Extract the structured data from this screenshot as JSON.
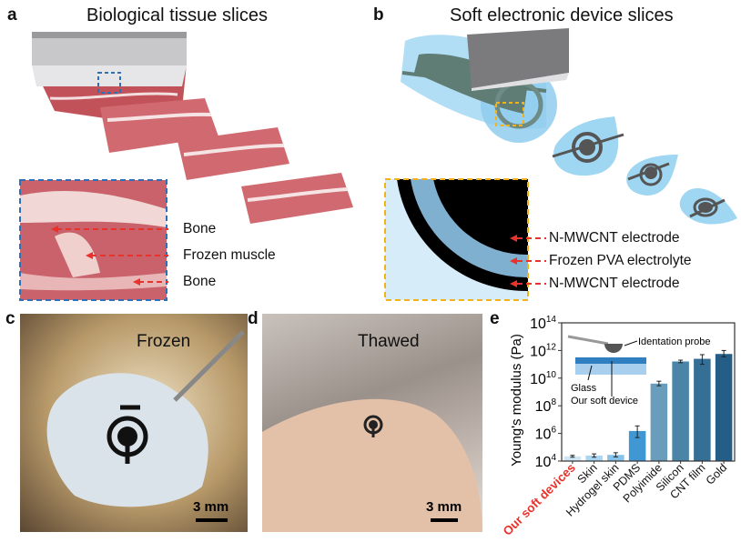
{
  "panels": {
    "a": {
      "letter": "a",
      "title": "Biological tissue slices",
      "labels": [
        "Bone",
        "Frozen muscle",
        "Bone"
      ]
    },
    "b": {
      "letter": "b",
      "title": "Soft electronic device slices",
      "labels": [
        "N-MWCNT electrode",
        "Frozen PVA electrolyte",
        "N-MWCNT electrode"
      ]
    },
    "c": {
      "letter": "c",
      "title": "Frozen",
      "scale_bar": "3 mm"
    },
    "d": {
      "letter": "d",
      "title": "Thawed",
      "scale_bar": "3 mm"
    },
    "e": {
      "letter": "e"
    }
  },
  "colors": {
    "arrow_red": "#e8322b",
    "inset_a_border": "#2f6fb5",
    "inset_b_border": "#f2b21b",
    "highlight_label": "#e8322b"
  },
  "chart_data": {
    "type": "bar",
    "ylabel": "Young's modulus (Pa)",
    "yscale": "log",
    "ylim": [
      10000,
      100000000000000
    ],
    "yticks": [
      {
        "value": 10000,
        "base": "10",
        "exp": "4"
      },
      {
        "value": 1000000,
        "base": "10",
        "exp": "6"
      },
      {
        "value": 100000000,
        "base": "10",
        "exp": "8"
      },
      {
        "value": 10000000000,
        "base": "10",
        "exp": "10"
      },
      {
        "value": 1000000000000,
        "base": "10",
        "exp": "12"
      },
      {
        "value": 100000000000000,
        "base": "10",
        "exp": "14"
      }
    ],
    "categories": [
      "Our soft devices",
      "Skin",
      "Hydrogel skin",
      "PDMS",
      "Polyimide",
      "Silicon",
      "CNT film",
      "Gold"
    ],
    "values": [
      22000,
      25000,
      28000,
      1500000,
      4000000000,
      160000000000,
      250000000000,
      560000000000
    ],
    "error_low": [
      19000,
      19000,
      20000,
      500000,
      2800000000,
      130000000000,
      100000000000,
      350000000000
    ],
    "error_high": [
      26000,
      33000,
      40000,
      3500000,
      6000000000,
      200000000000,
      500000000000,
      1000000000000
    ],
    "bar_colors": [
      "#cfe6f7",
      "#a9d6f2",
      "#86c3ea",
      "#3f98d4",
      "#6a9dbb",
      "#4a84a6",
      "#356f96",
      "#245d85"
    ],
    "highlight_category": "Our soft devices",
    "inset_labels": {
      "probe": "Identation probe",
      "glass": "Glass",
      "device": "Our soft device"
    }
  }
}
